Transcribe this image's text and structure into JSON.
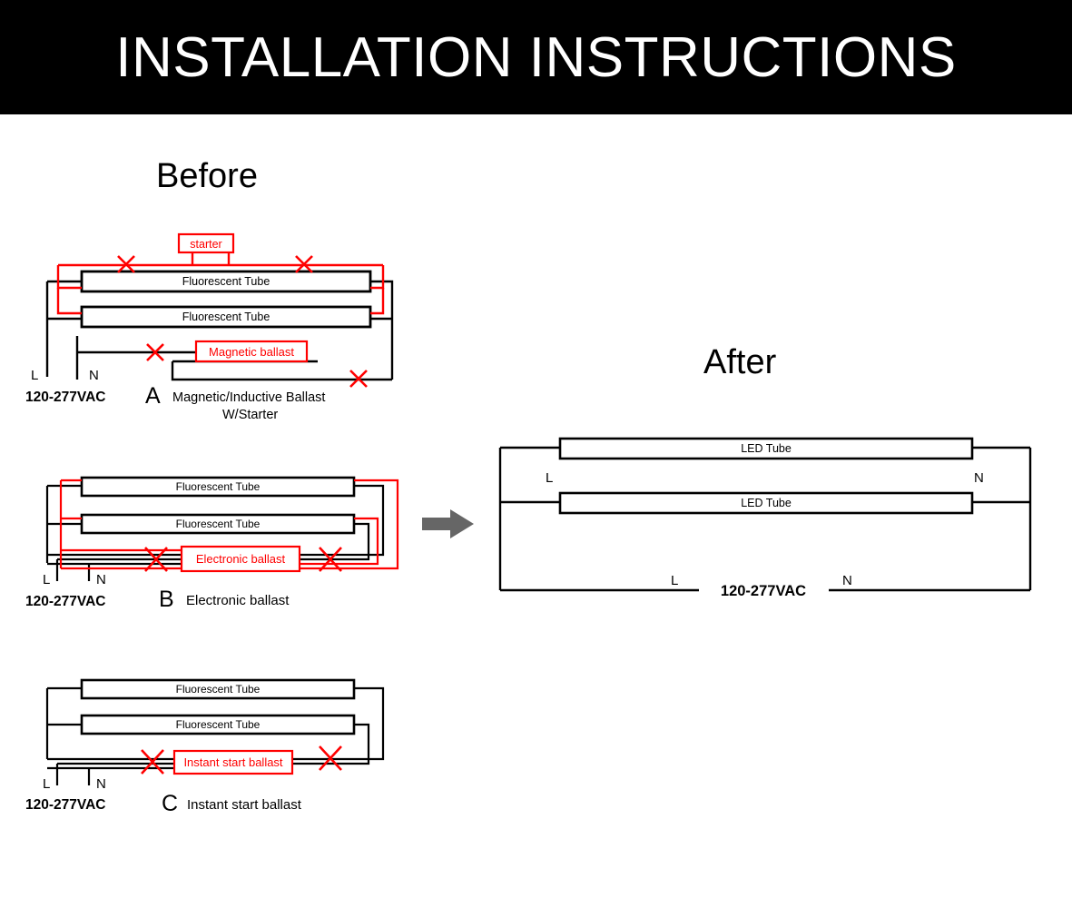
{
  "header": {
    "title": "INSTALLATION INSTRUCTIONS",
    "background": "#000000",
    "text_color": "#ffffff"
  },
  "colors": {
    "wire_existing": "#000000",
    "wire_remove": "#ff0000",
    "arrow": "#666666",
    "page_background": "#ffffff"
  },
  "sections": {
    "before_heading": "Before",
    "after_heading": "After"
  },
  "arrow": {
    "name": "right-arrow",
    "color": "#666666"
  },
  "before": {
    "diagrams": [
      {
        "letter": "A",
        "caption_line1": "Magnetic/Inductive  Ballast",
        "caption_line2": "W/Starter",
        "voltage": "120-277VAC",
        "terminal_l": "L",
        "terminal_n": "N",
        "tubes": [
          "Fluorescent Tube",
          "Fluorescent Tube"
        ],
        "components": [
          {
            "label": "starter",
            "color": "#ff0000"
          },
          {
            "label": "Magnetic ballast",
            "color": "#ff0000"
          }
        ],
        "cross_marks": 4
      },
      {
        "letter": "B",
        "caption_line1": "Electronic ballast",
        "caption_line2": "",
        "voltage": "120-277VAC",
        "terminal_l": "L",
        "terminal_n": "N",
        "tubes": [
          "Fluorescent Tube",
          "Fluorescent Tube"
        ],
        "components": [
          {
            "label": "Electronic  ballast",
            "color": "#ff0000"
          }
        ],
        "cross_marks": 2
      },
      {
        "letter": "C",
        "caption_line1": "Instant start ballast",
        "caption_line2": "",
        "voltage": "120-277VAC",
        "terminal_l": "L",
        "terminal_n": "N",
        "tubes": [
          "Fluorescent Tube",
          "Fluorescent Tube"
        ],
        "components": [
          {
            "label": "Instant  start  ballast",
            "color": "#ff0000"
          }
        ],
        "cross_marks": 2
      }
    ]
  },
  "after": {
    "tubes": [
      "LED  Tube",
      "LED  Tube"
    ],
    "terminal_l_top": "L",
    "terminal_n_top": "N",
    "terminal_l_bottom": "L",
    "terminal_n_bottom": "N",
    "voltage": "120-277VAC"
  }
}
